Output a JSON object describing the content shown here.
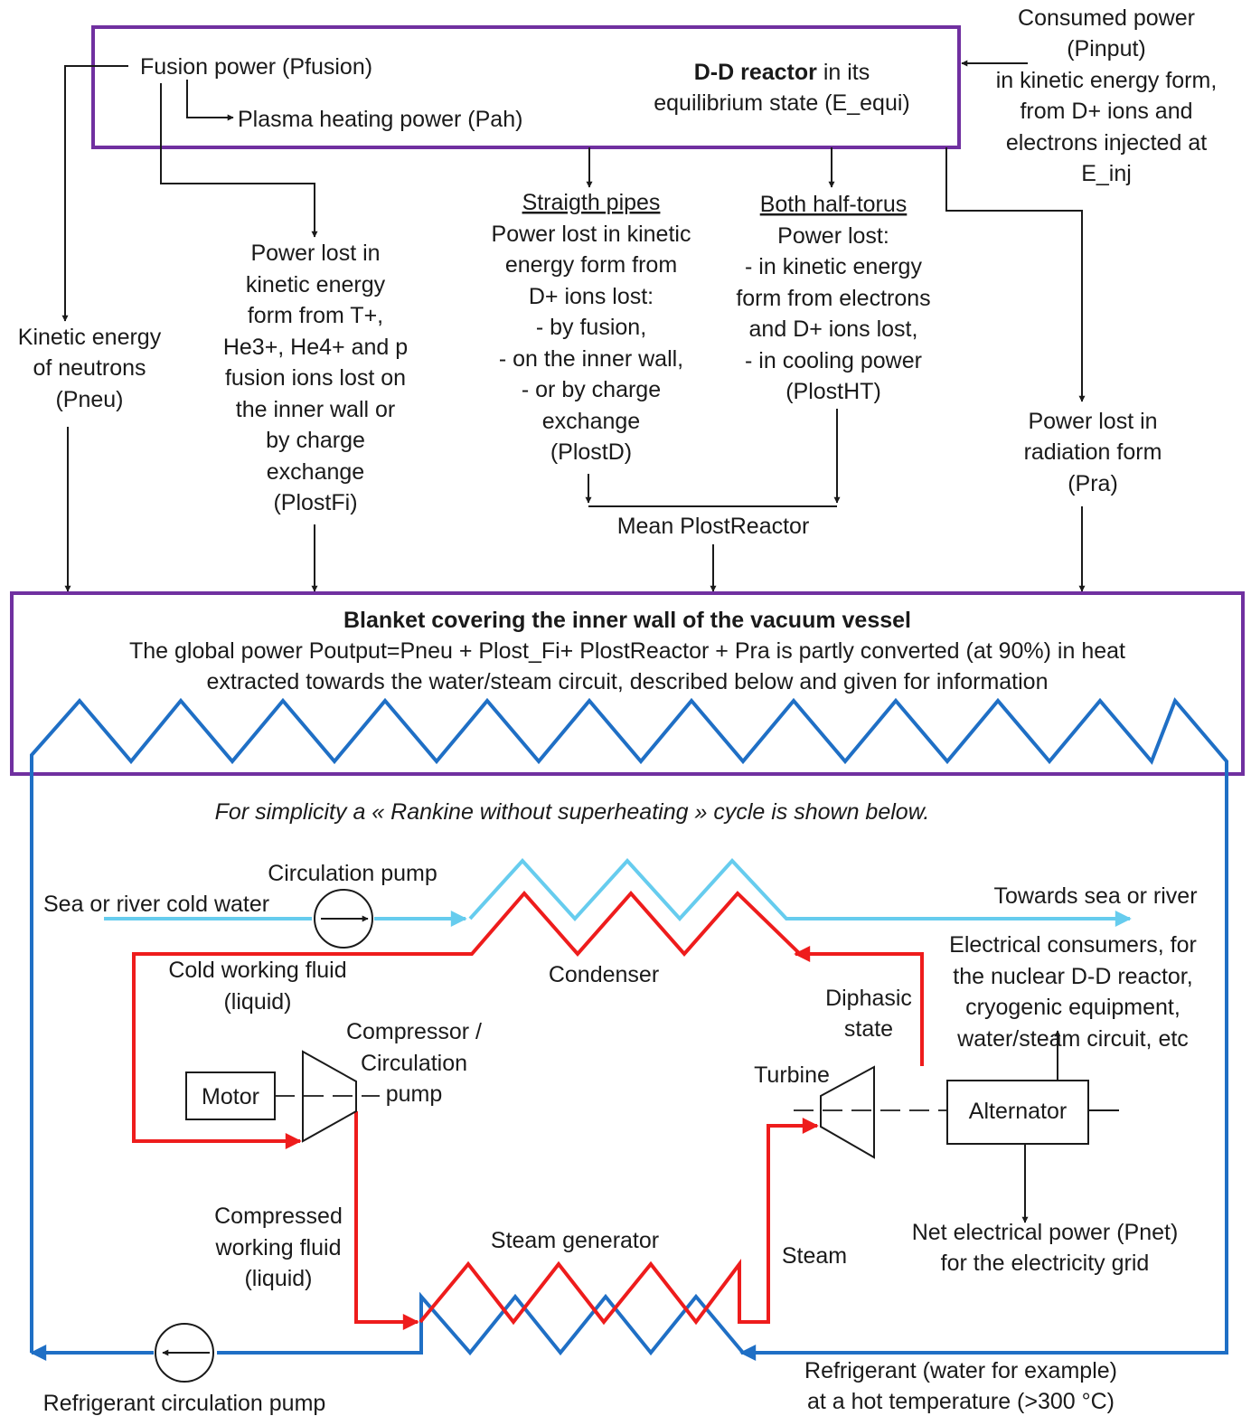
{
  "reactor": {
    "fusion_power": "Fusion power (Pfusion)",
    "plasma_heating": "Plasma heating power (Pah)",
    "title_bold": "D-D reactor",
    "title_rest": " in its",
    "title_line2": "equilibrium state (E_equi)"
  },
  "consumed": [
    "Consumed power",
    "(Pinput)",
    "in kinetic energy form,",
    "from D+ ions and",
    "electrons injected at",
    "E_inj"
  ],
  "neutrons": [
    "Kinetic energy",
    "of neutrons",
    "(Pneu)"
  ],
  "fusion_ions": [
    "Power lost in",
    "kinetic energy",
    "form from T+,",
    "He3+, He4+ and p",
    "fusion ions lost on",
    "the inner wall or",
    "by charge",
    "exchange",
    "(PlostFi)"
  ],
  "straight_pipes": {
    "title": "Straigth pipes",
    "lines": [
      "Power lost in kinetic",
      "energy form from",
      "D+ ions lost:",
      "- by fusion,",
      "- on the inner wall,",
      "- or by charge",
      "exchange",
      "(PlostD)"
    ]
  },
  "half_torus": {
    "title": "Both half-torus",
    "lines": [
      "Power lost:",
      "- in kinetic energy",
      "form from electrons",
      "and D+ ions lost,",
      "- in cooling power",
      "(PlostHT)"
    ]
  },
  "radiation": [
    "Power lost in",
    "radiation form",
    "(Pra)"
  ],
  "mean_plost": "Mean PlostReactor",
  "blanket": {
    "title": "Blanket covering the inner wall of the vacuum vessel",
    "line1": "The global power Poutput=Pneu + Plost_Fi+ PlostReactor + Pra is partly converted (at 90%) in heat",
    "line2": "extracted towards the water/steam circuit, described below and given for information"
  },
  "rankine_note": "For simplicity a « Rankine without superheating » cycle is shown below.",
  "circulation_pump": "Circulation pump",
  "sea_cold": "Sea or river cold water",
  "towards_sea": "Towards sea or river",
  "electrical_consumers": [
    "Electrical consumers, for",
    "the nuclear D-D reactor,",
    "cryogenic equipment,",
    "water/steam circuit, etc"
  ],
  "cold_fluid": [
    "Cold working fluid",
    "(liquid)"
  ],
  "condenser": "Condenser",
  "diphasic": [
    "Diphasic",
    "state"
  ],
  "compressor": [
    "Compressor /",
    "Circulation",
    "pump"
  ],
  "motor": "Motor",
  "turbine": "Turbine",
  "alternator": "Alternator",
  "compressed_fluid": [
    "Compressed",
    "working fluid",
    "(liquid)"
  ],
  "steam_generator": "Steam generator",
  "steam": "Steam",
  "net_power": [
    "Net electrical power  (Pnet)",
    "for the electricity grid"
  ],
  "refrigerant": [
    "Refrigerant (water for example)",
    "at a hot temperature (>300 °C)"
  ],
  "refrigerant_pump": "Refrigerant circulation pump",
  "colors": {
    "boxes": "#7030a0",
    "refrigerant_loop": "#1f6fc5",
    "sea_water": "#66ccee",
    "working_fluid": "#ee1c1c"
  }
}
